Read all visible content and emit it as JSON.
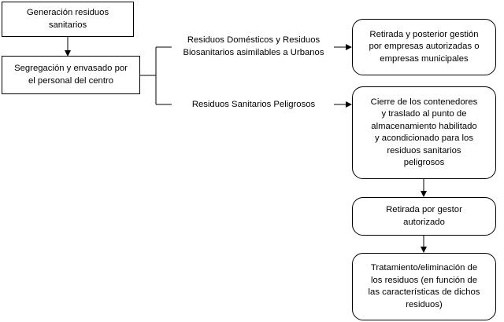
{
  "diagram": {
    "nodes": {
      "generacion": "Generación residuos\nsanitarios",
      "segregacion": "Segregación y envasado por\nel personal del centro",
      "retirada_empresas": "Retirada y posterior gestión\npor empresas autorizadas o\nempresas municipales",
      "cierre_contenedores": "Cierre de los contenedores\ny traslado al punto de\nalmacenamiento habilitado\ny acondicionado para los\nresiduos  sanitarios\npeligrosos",
      "retirada_gestor": "Retirada por gestor\nautorizado",
      "tratamiento": "Tratamiento/eliminación de\nlos residuos  (en función de\nlas características de dichos\nresiduos)"
    },
    "edge_labels": {
      "domesticos": "Residuos Domésticos y Residuos\nBiosanitarios asimilables a Urbanos",
      "peligrosos": "Residuos Sanitarios Peligrosos"
    }
  }
}
